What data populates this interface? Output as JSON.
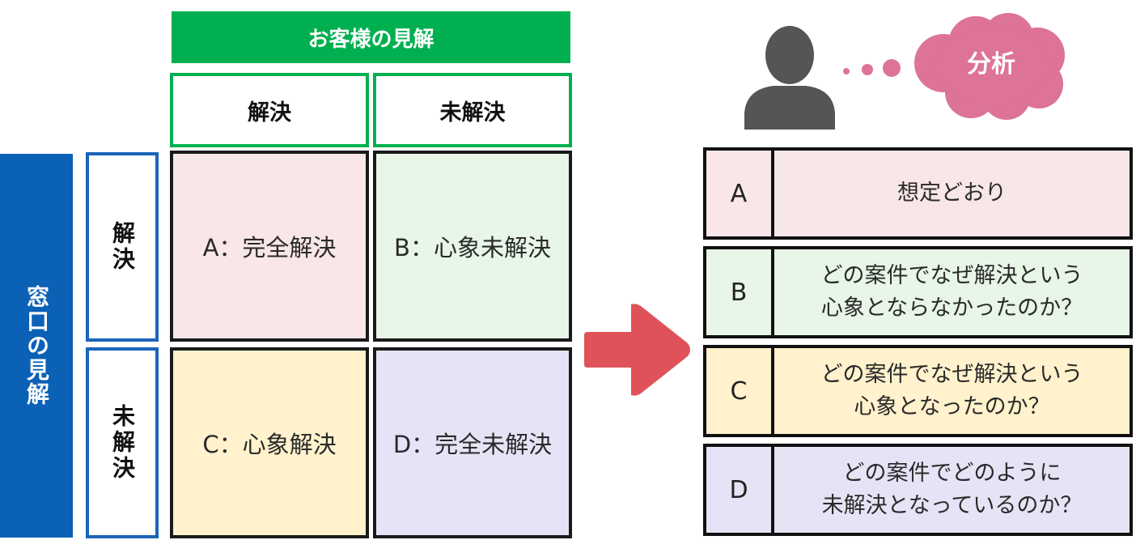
{
  "customer_view": {
    "header": "お客様の見解",
    "columns": [
      "解決",
      "未解決"
    ]
  },
  "window_view": {
    "header": "窓口の見解",
    "rows": [
      "解決",
      "未解決"
    ]
  },
  "matrix": {
    "a": "A：完全解決",
    "b": "B：心象未解決",
    "c": "C：心象解決",
    "d": "D：完全未解決"
  },
  "analysis": {
    "label": "分析",
    "rows": [
      {
        "letter": "A",
        "lines": [
          "想定どおり"
        ]
      },
      {
        "letter": "B",
        "lines": [
          "どの案件でなぜ解決という",
          "心象とならなかったのか？"
        ]
      },
      {
        "letter": "C",
        "lines": [
          "どの案件でなぜ解決という",
          "心象となったのか？"
        ]
      },
      {
        "letter": "D",
        "lines": [
          "どの案件でどのように",
          "未解決となっているのか？"
        ]
      }
    ]
  },
  "colors": {
    "customer_green": "#00b050",
    "window_blue": "#0b61b5",
    "cell_a": "#f8e6e8",
    "cell_b": "#e7f6e6",
    "cell_c": "#fff2cc",
    "cell_d": "#e4e4f6",
    "arrow": "#e0525a",
    "cloud": "#dd7395",
    "person": "#555555"
  },
  "icons": [
    "person-icon",
    "thought-cloud-icon",
    "right-arrow-icon"
  ]
}
